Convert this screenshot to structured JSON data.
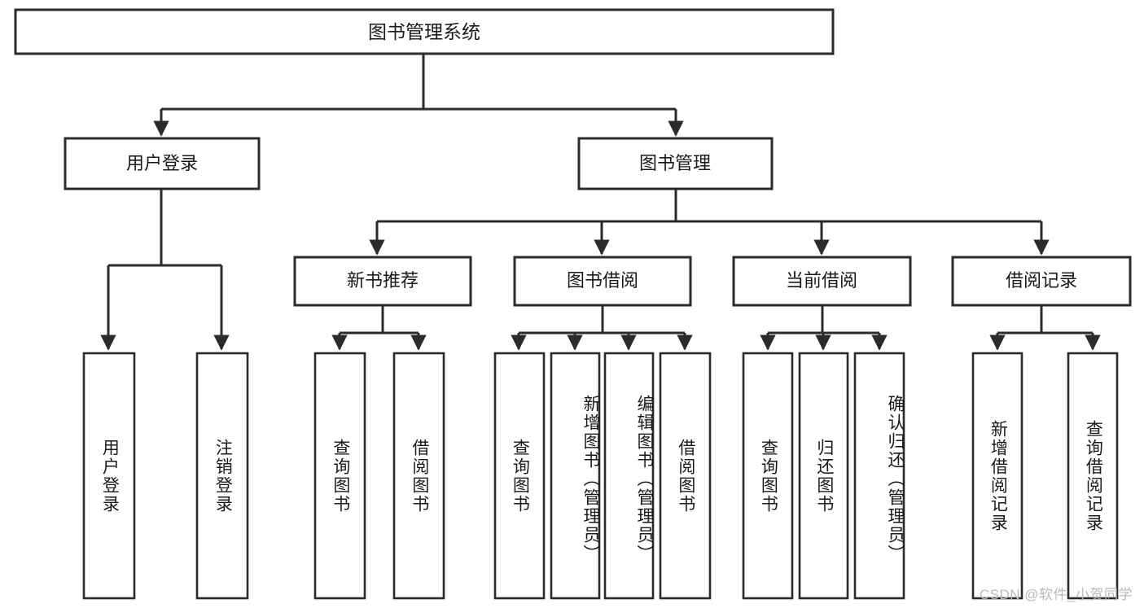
{
  "diagram": {
    "title": "图书管理系统",
    "watermark": "CSDN @软件_小贺同学",
    "colors": {
      "stroke": "#2b2b2b",
      "fill": "#ffffff",
      "text": "#1a1a1a",
      "watermark": "#b9b9b9",
      "background": "#ffffff"
    },
    "root": {
      "id": "root",
      "label": "图书管理系统",
      "orientation": "horizontal"
    },
    "level2": [
      {
        "id": "user-login",
        "label": "用户登录",
        "orientation": "horizontal"
      },
      {
        "id": "book-manage",
        "label": "图书管理",
        "orientation": "horizontal"
      }
    ],
    "level3": [
      {
        "id": "new-book-recommend",
        "label": "新书推荐",
        "orientation": "horizontal",
        "parent": "book-manage"
      },
      {
        "id": "book-borrow",
        "label": "图书借阅",
        "orientation": "horizontal",
        "parent": "book-manage"
      },
      {
        "id": "current-borrow",
        "label": "当前借阅",
        "orientation": "horizontal",
        "parent": "book-manage"
      },
      {
        "id": "borrow-record",
        "label": "借阅记录",
        "orientation": "horizontal",
        "parent": "book-manage"
      }
    ],
    "leaves": [
      {
        "id": "leaf-user-login",
        "label": "用户登录",
        "orientation": "vertical",
        "parent": "user-login"
      },
      {
        "id": "leaf-user-logout",
        "label": "注销登录",
        "orientation": "vertical",
        "parent": "user-login"
      },
      {
        "id": "leaf-query-book-1",
        "label": "查询图书",
        "orientation": "vertical",
        "parent": "new-book-recommend"
      },
      {
        "id": "leaf-borrow-book-1",
        "label": "借阅图书",
        "orientation": "vertical",
        "parent": "new-book-recommend"
      },
      {
        "id": "leaf-query-book-2",
        "label": "查询图书",
        "orientation": "vertical",
        "parent": "book-borrow"
      },
      {
        "id": "leaf-add-book",
        "label": "新增图书（管理员）",
        "orientation": "vertical",
        "parent": "book-borrow"
      },
      {
        "id": "leaf-edit-book",
        "label": "编辑图书（管理员）",
        "orientation": "vertical",
        "parent": "book-borrow"
      },
      {
        "id": "leaf-borrow-book-2",
        "label": "借阅图书",
        "orientation": "vertical",
        "parent": "book-borrow"
      },
      {
        "id": "leaf-query-book-3",
        "label": "查询图书",
        "orientation": "vertical",
        "parent": "current-borrow"
      },
      {
        "id": "leaf-return-book",
        "label": "归还图书",
        "orientation": "vertical",
        "parent": "current-borrow"
      },
      {
        "id": "leaf-confirm-return",
        "label": "确认归还（管理员）",
        "orientation": "vertical",
        "parent": "current-borrow"
      },
      {
        "id": "leaf-add-record",
        "label": "新增借阅记录",
        "orientation": "vertical",
        "parent": "borrow-record"
      },
      {
        "id": "leaf-query-record",
        "label": "查询借阅记录",
        "orientation": "vertical",
        "parent": "borrow-record"
      }
    ]
  }
}
